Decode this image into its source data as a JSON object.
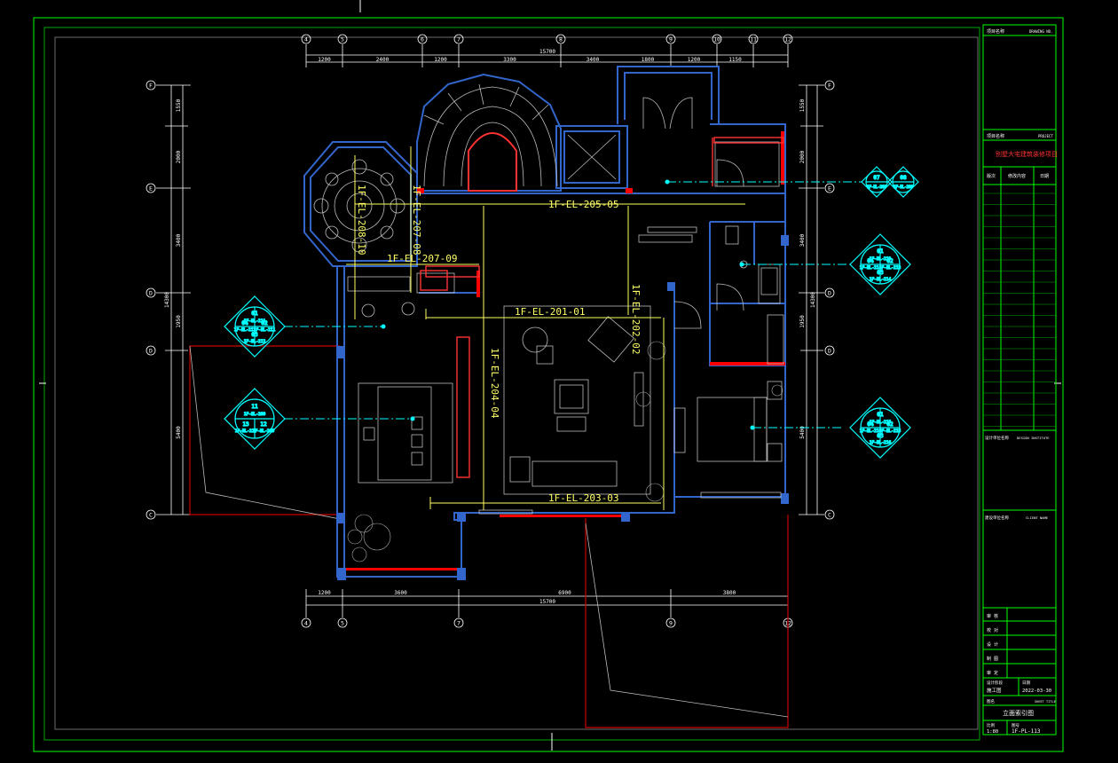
{
  "colors": {
    "background": "#000000",
    "frame": "#00ff00",
    "wall": "#3366cc",
    "wall_fill": "#ff0000",
    "boundary": "#cc0000",
    "dimension": "#ffffff",
    "elevation_line": "#ffff66",
    "index_symbol": "#00ffff",
    "furniture": "#cccccc"
  },
  "grid": {
    "top": [
      "4",
      "5",
      "6",
      "7",
      "8",
      "9",
      "10",
      "11",
      "12"
    ],
    "bottom": [
      "4",
      "5",
      "7",
      "9",
      "12"
    ],
    "left": [
      "F",
      "E",
      "D",
      "C"
    ],
    "left_extra": [
      "D",
      "C"
    ],
    "right": [
      "F",
      "E",
      "D",
      "C"
    ],
    "right_extra": [
      "D",
      "C"
    ]
  },
  "dims": {
    "top_total": "15700",
    "top_segments": [
      "1200",
      "2400",
      "1200",
      "3300",
      "3400",
      "1800",
      "1200",
      "1150"
    ],
    "bottom_total": "15700",
    "bottom_segments": [
      "1200",
      "3600",
      "6900",
      "3800"
    ],
    "left_segments": [
      "1550",
      "2000",
      "3400",
      "1950",
      "5400"
    ],
    "left_total": "14300",
    "right_segments": [
      "1550",
      "2000",
      "3400",
      "1950",
      "5400"
    ],
    "right_total": "14300"
  },
  "elevations": {
    "e205": "1F-EL-205-05",
    "e208": "1F-EL-208-10",
    "e207v": "1F-EL-207-08",
    "e207h": "1F-EL-207-09",
    "e201": "1F-EL-201-01",
    "e202": "1F-EL-202-02",
    "e204": "1F-EL-204-04",
    "e203": "1F-EL-203-03"
  },
  "symbols": {
    "pair_right": {
      "a": "07",
      "a_ref": "1F-EL-206",
      "b": "08",
      "b_ref": "1F-EL-206"
    },
    "quad_right_upper": {
      "n1": "01",
      "n2": "02",
      "n3": "03",
      "n4": "04",
      "r1": "1F-EL-213",
      "r2": "1F-EL-213",
      "r3": "1F-EL-214",
      "r4": "1F-EL-214"
    },
    "quad_right_lower": {
      "n1": "01",
      "n2": "02",
      "n3": "03",
      "n4": "04",
      "r1": "1F-EL-215",
      "r2": "1F-EL-215",
      "r3": "1F-EL-216",
      "r4": "1F-EL-216"
    },
    "quad_left_upper": {
      "n1": "01",
      "n2": "02",
      "n3": "03",
      "n4": "04",
      "r1": "1F-EL-211",
      "r2": "1F-EL-211",
      "r3": "1F-EL-212",
      "r4": "1F-EL-212"
    },
    "tri_left": {
      "n1": "11",
      "n2": "12",
      "n3": "13",
      "r1": "1F-EL-209",
      "r2": "1F-EL-209",
      "r3": "1F-EL-210"
    }
  },
  "titleblock": {
    "project_label": "项目名称",
    "drawing_no_label": "DRAWING NO.",
    "project_name_label": "项目名称",
    "project_label_en": "PROJECT",
    "project_name": "别墅大宅建筑装修项目",
    "rev_col1": "版次",
    "rev_col2": "修改内容",
    "rev_col3": "日期",
    "designer_label": "设计单位名称",
    "designer_en": "DESIGN INSTITUTE",
    "client_label": "建设单位名称",
    "client_en": "CLIENT NAME",
    "sig1": "审 核",
    "sig2": "校 对",
    "sig3": "设 计",
    "sig4": "制 图",
    "sig5": "审 定",
    "design_stage_label": "设计阶段",
    "design_stage": "施工图",
    "date_label": "日期",
    "date": "2022-03-30",
    "sheet_title_label": "图名",
    "sheet_title_en": "SHEET TITLE",
    "sheet_title": "立面索引图",
    "scale_label": "比例",
    "scale": "1:80",
    "sheet_no_label": "图号",
    "sheet_no": "1F-PL-113"
  }
}
